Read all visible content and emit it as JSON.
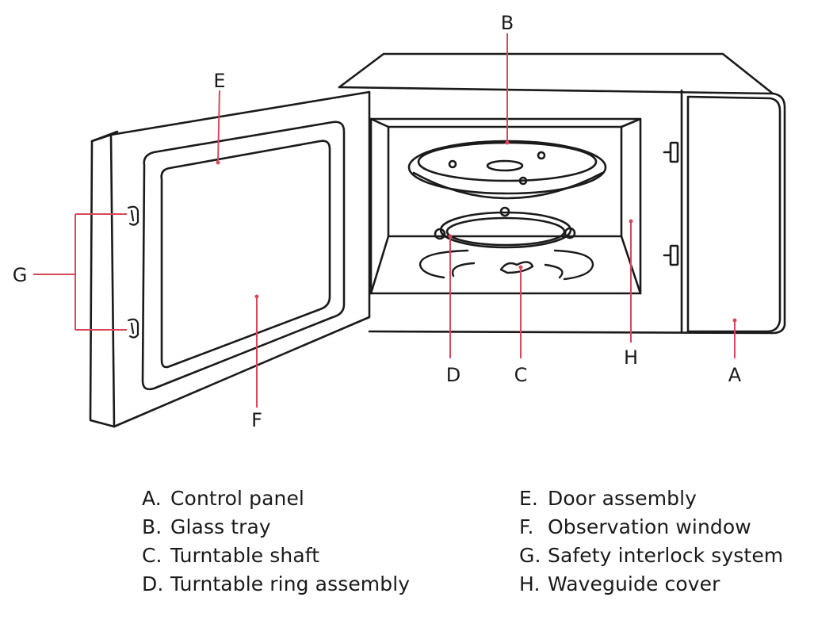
{
  "callouts": {
    "A": "A",
    "B": "B",
    "C": "C",
    "D": "D",
    "E": "E",
    "F": "F",
    "G": "G",
    "H": "H"
  },
  "legend": {
    "left": [
      {
        "key": "A.",
        "label": "Control panel"
      },
      {
        "key": "B.",
        "label": "Glass tray"
      },
      {
        "key": "C.",
        "label": "Turntable shaft"
      },
      {
        "key": "D.",
        "label": "Turntable ring assembly"
      }
    ],
    "right": [
      {
        "key": "E.",
        "label": "Door assembly"
      },
      {
        "key": "F.",
        "label": "Observation window"
      },
      {
        "key": "G.",
        "label": "Safety interlock system"
      },
      {
        "key": "H.",
        "label": "Waveguide cover"
      }
    ]
  },
  "colors": {
    "outline": "#1a1a1a",
    "leader": "#d6485a",
    "background": "#ffffff"
  }
}
